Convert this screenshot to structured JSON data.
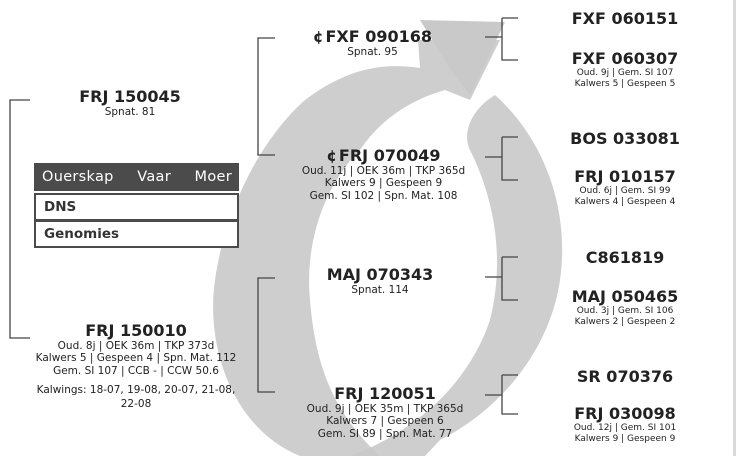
{
  "colors": {
    "arrow": "#c9c9c9",
    "bracket": "#444444",
    "menu_header": "#4b4b4b",
    "text": "#222222"
  },
  "icons": {
    "bull_marker": "bull-mark-icon"
  },
  "root": {
    "code": "FRJ 150045",
    "line1": "Spnat. 81"
  },
  "dam": {
    "code": "FRJ 150010",
    "line1": "Oud. 8j | OEK 36m | TKP 373d",
    "line2": "Kalwers 5 | Gespeen 4 | Spn. Mat. 112",
    "line3": "Gem. SI 107 | CCB - | CCW 50.6",
    "calvings": "Kalwings: 18-07, 19-08, 20-07, 21-08, 22-08"
  },
  "sire_sire": {
    "mark": "¢",
    "code": "FXF 090168",
    "line1": "Spnat. 95"
  },
  "sire_dam": {
    "mark": "¢",
    "code": "FRJ 070049",
    "line1": "Oud. 11j | OEK 36m | TKP 365d",
    "line2": "Kalwers 9 | Gespeen 9",
    "line3": "Gem. SI 102 | Spn. Mat. 108"
  },
  "dam_sire": {
    "code": "MAJ 070343",
    "line1": "Spnat. 114"
  },
  "dam_dam": {
    "code": "FRJ 120051",
    "line1": "Oud. 9j | OEK 35m | TKP 365d",
    "line2": "Kalwers 7 | Gespeen 6",
    "line3": "Gem. SI 89 | Spn. Mat. 77"
  },
  "gen3": [
    {
      "code": "FXF 060151",
      "line1": "",
      "line2": ""
    },
    {
      "code": "FXF 060307",
      "line1": "Oud. 9j | Gem. SI 107",
      "line2": "Kalwers 5 | Gespeen 5"
    },
    {
      "code": "BOS 033081",
      "line1": "",
      "line2": ""
    },
    {
      "code": "FRJ 010157",
      "line1": "Oud. 6j | Gem. SI 99",
      "line2": "Kalwers 4 | Gespeen 4"
    },
    {
      "code": "C861819",
      "line1": "",
      "line2": ""
    },
    {
      "code": "MAJ 050465",
      "line1": "Oud. 3j | Gem. SI 106",
      "line2": "Kalwers 2 | Gespeen 2"
    },
    {
      "code": "SR 070376",
      "line1": "",
      "line2": ""
    },
    {
      "code": "FRJ 030098",
      "line1": "Oud. 12j | Gem. SI 101",
      "line2": "Kalwers 9 | Gespeen 9"
    }
  ],
  "menu": {
    "tabs": [
      "Ouerskap",
      "Vaar",
      "Moer"
    ],
    "options": [
      "DNS",
      "Genomies"
    ]
  }
}
